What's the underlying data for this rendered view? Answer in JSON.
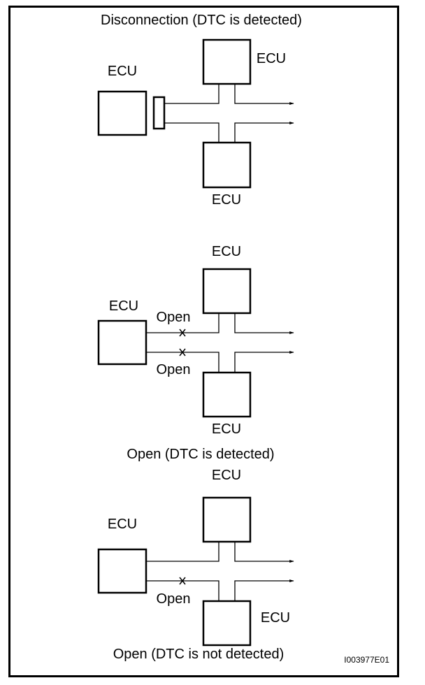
{
  "figure_id": "I003977E01",
  "panels": [
    {
      "title": "Disconnection (DTC is detected)",
      "ecu_labels": [
        "ECU",
        "ECU",
        "ECU"
      ],
      "fault": "connector disconnected"
    },
    {
      "title": "Open (DTC is detected)",
      "ecu_labels": [
        "ECU",
        "ECU",
        "ECU"
      ],
      "open_labels": [
        "Open",
        "Open"
      ]
    },
    {
      "title": "Open (DTC is not detected)",
      "ecu_labels": [
        "ECU",
        "ECU",
        "ECU"
      ],
      "open_labels": [
        "Open"
      ]
    }
  ]
}
